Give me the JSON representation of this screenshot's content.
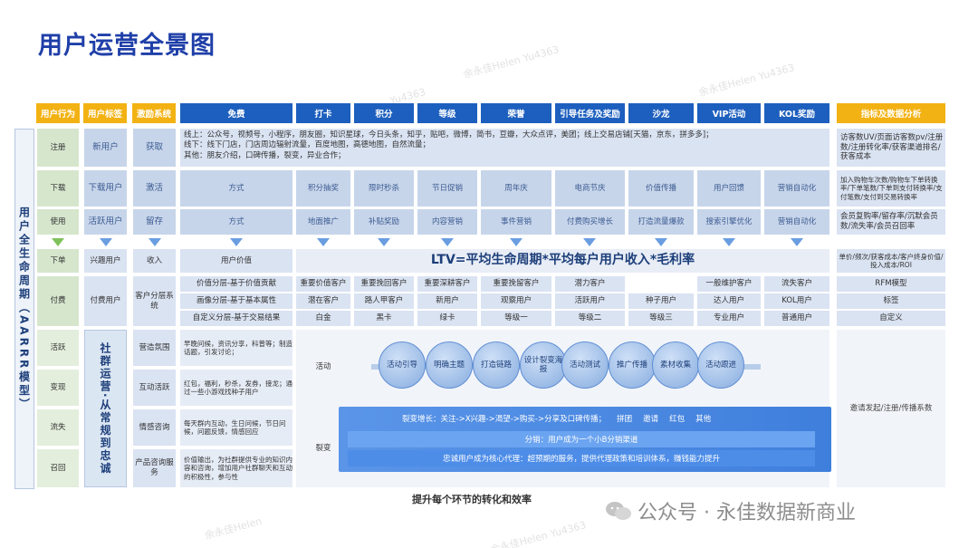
{
  "title": "用户运营全景图",
  "headers": [
    "用户行为",
    "用户标签",
    "激励系统",
    "免费",
    "打卡",
    "积分",
    "等级",
    "荣誉",
    "引导任务及奖励",
    "沙龙",
    "VIP活动",
    "KOL奖励",
    "指标及数据分析"
  ],
  "lifecycle_label": "用户全生命周期（AARRR模型）",
  "behaviors": [
    "注册",
    "下载",
    "使用",
    "下单",
    "付费",
    "活跃",
    "变现",
    "流失",
    "召回"
  ],
  "tags": [
    "新用户",
    "下载用户",
    "活跃用户",
    "兴趣用户",
    "付费用户"
  ],
  "incentive": [
    "获取",
    "激活",
    "留存",
    "收入",
    "客户分层系统"
  ],
  "social_label": "社群运营·从常规到忠诚",
  "community_items": [
    "营造氛围",
    "互动活跃",
    "情感咨询",
    "产品咨询服务"
  ],
  "community_desc": [
    "早晚问候，资讯分享，科普等；制造话题，引发讨论；",
    "红包，福利，秒杀，发券，接龙；通过一些小游戏找种子用户",
    "每天群内互动，生日问候，节日问候，问题反馈，情感回应",
    "价值输出，为社群提供专业的知识内容和咨询，增加用户社群聊天和互动的积极性，参与性"
  ],
  "register_text": [
    "线上：公众号，视频号，小程序，朋友圈，知识星球，今日头条，知乎，贴吧，微博，简书，豆瓣，大众点评，美团；线上交易店铺[天猫，京东，拼多多]；",
    "线下：线下门店，门店周边辐射流量，百度地图，高德地图，自然流量；",
    "其他：朋友介绍，口碑传播，裂变，异业合作；"
  ],
  "download_row": [
    "方式",
    "积分抽奖",
    "限时秒杀",
    "节日促销",
    "周年庆",
    "电商节庆",
    "价值传播",
    "用户回馈",
    "营销自动化"
  ],
  "use_row": [
    "方式",
    "地面推广",
    "补贴奖励",
    "内容营销",
    "事件营销",
    "付费购买增长",
    "打造流量爆款",
    "搜索引擎优化",
    "营销自动化"
  ],
  "user_value": "用户价值",
  "ltv": "LTV=平均生命周期*平均每户用户收入*毛利率",
  "value_layers": [
    "价值分层-基于价值贡献",
    "画像分层-基于基本属性",
    "自定义分层-基于交易结果"
  ],
  "layer_grid": [
    [
      "重要价值客户",
      "重要挽回客户",
      "重要深耕客户",
      "重要挽留客户",
      "潜力客户",
      "一般维护客户",
      "流失客户"
    ],
    [
      "潜在客户",
      "路人甲客户",
      "新用户",
      "观察用户",
      "活跃用户",
      "种子用户",
      "达人用户",
      "KOL用户"
    ],
    [
      "白金",
      "黑卡",
      "绿卡",
      "等级一",
      "等级二",
      "等级三",
      "专业用户",
      "普通用户"
    ]
  ],
  "activity_label": "活动",
  "activity_steps": [
    "活动引导",
    "明确主题",
    "打造链路",
    "设计裂变海报",
    "活动测试",
    "推广传播",
    "素材收集",
    "活动跟进"
  ],
  "fission_label": "裂变",
  "fission_lines": [
    "裂变增长：关注->X兴趣->渴望->购买->分享及口碑传播；",
    "拼团",
    "邀请",
    "红包",
    "其他",
    "分销：用户成为一个小B分销渠道",
    "忠诚用户成为核心代理：超预期的服务，提供代理政策和培训体系，赚钱能力提升"
  ],
  "bottom_caption": "提升每个环节的转化和效率",
  "metrics": [
    "访客数UV/页面访客数pv/注册数/注册转化率/获客渠道排名/获客成本",
    "加入购物车次数/购物车下单转换率/下单笔数/下单到支付转换率/支付笔数/支付到交易转换率",
    "会员复购率/留存率/沉默会员数/流失率/会员召回率",
    "单价/频次/获客成本/客户终身价值/投入成本/ROI",
    "RFM模型",
    "标签",
    "自定义",
    "邀请发起/注册/传播系数"
  ],
  "watermark": "公众号 · 永佳数据新商业",
  "watermark_faint": [
    "余永佳Helen Yu4363",
    "余永佳Helen Yu4363",
    "Yu4363",
    "余永佳Helen",
    "余永佳Helen Yu4363"
  ]
}
